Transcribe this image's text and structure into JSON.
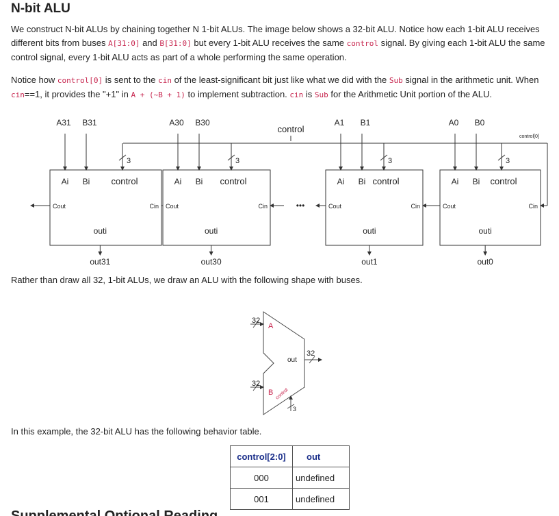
{
  "title": "N-bit ALU",
  "para1": {
    "t1": "We construct N-bit ALUs by chaining together N 1-bit ALUs. The image below shows a 32-bit ALU. Notice how each 1-bit ALU receives different bits from buses ",
    "c1": "A[31:0]",
    "t2": " and ",
    "c2": "B[31:0]",
    "t3": " but every 1-bit ALU receives the same ",
    "c3": "control",
    "t4": " signal. By giving each 1-bit ALU the same control signal, every 1-bit ALU acts as part of a whole performing the same operation."
  },
  "para2": {
    "t1": "Notice how ",
    "c1": "control[0]",
    "t2": " is sent to the ",
    "c2": "cin",
    "t3": " of the least-significant bit just like what we did with the ",
    "c3": "Sub",
    "t4": " signal in the arithmetic unit. When ",
    "c4": "cin",
    "t5": "==1, it provides the \"+1\" in ",
    "c5": "A + (~B + 1)",
    "t6": " to implement subtraction. ",
    "c6": "cin",
    "t7": " is ",
    "c7": "Sub",
    "t8": " for the Arithmetic Unit portion of the ALU."
  },
  "chain_diagram": {
    "control_label": "control",
    "control0_label": "control[0]",
    "ellipsis": "•••",
    "bus_width": "3",
    "units": [
      {
        "a_in": "A31",
        "b_in": "B31",
        "out_label": "out31"
      },
      {
        "a_in": "A30",
        "b_in": "B30",
        "out_label": "out30"
      },
      {
        "a_in": "A1",
        "b_in": "B1",
        "out_label": "out1"
      },
      {
        "a_in": "A0",
        "b_in": "B0",
        "out_label": "out0"
      }
    ],
    "unit_labels": {
      "a": "Ai",
      "b": "Bi",
      "control": "control",
      "cout": "Cout",
      "cin": "Cin",
      "out": "outi"
    }
  },
  "para3": "Rather than draw all 32, 1-bit ALUs, we draw an ALU with the following shape with buses.",
  "alu_symbol": {
    "width_a": "32",
    "width_b": "32",
    "width_out": "32",
    "width_ctrl": "3",
    "a": "A",
    "b": "B",
    "out": "out",
    "control": "control"
  },
  "para4": "In this example, the 32-bit ALU has the following behavior table.",
  "table": {
    "headers": [
      "control[2:0]",
      "out"
    ],
    "rows": [
      [
        "000",
        "undefined"
      ],
      [
        "001",
        "undefined"
      ]
    ]
  },
  "next_heading": "Supplemental Optional Reading"
}
